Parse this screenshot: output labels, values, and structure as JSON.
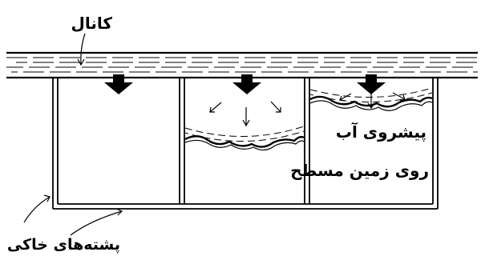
{
  "labels": {
    "canal": "کانال",
    "levees": "پشته‌های خاکی",
    "advance_line1": "پیشروی آب",
    "advance_line2": "روی زمین مسطح"
  },
  "colors": {
    "ink": "#000000",
    "background": "#ffffff"
  }
}
